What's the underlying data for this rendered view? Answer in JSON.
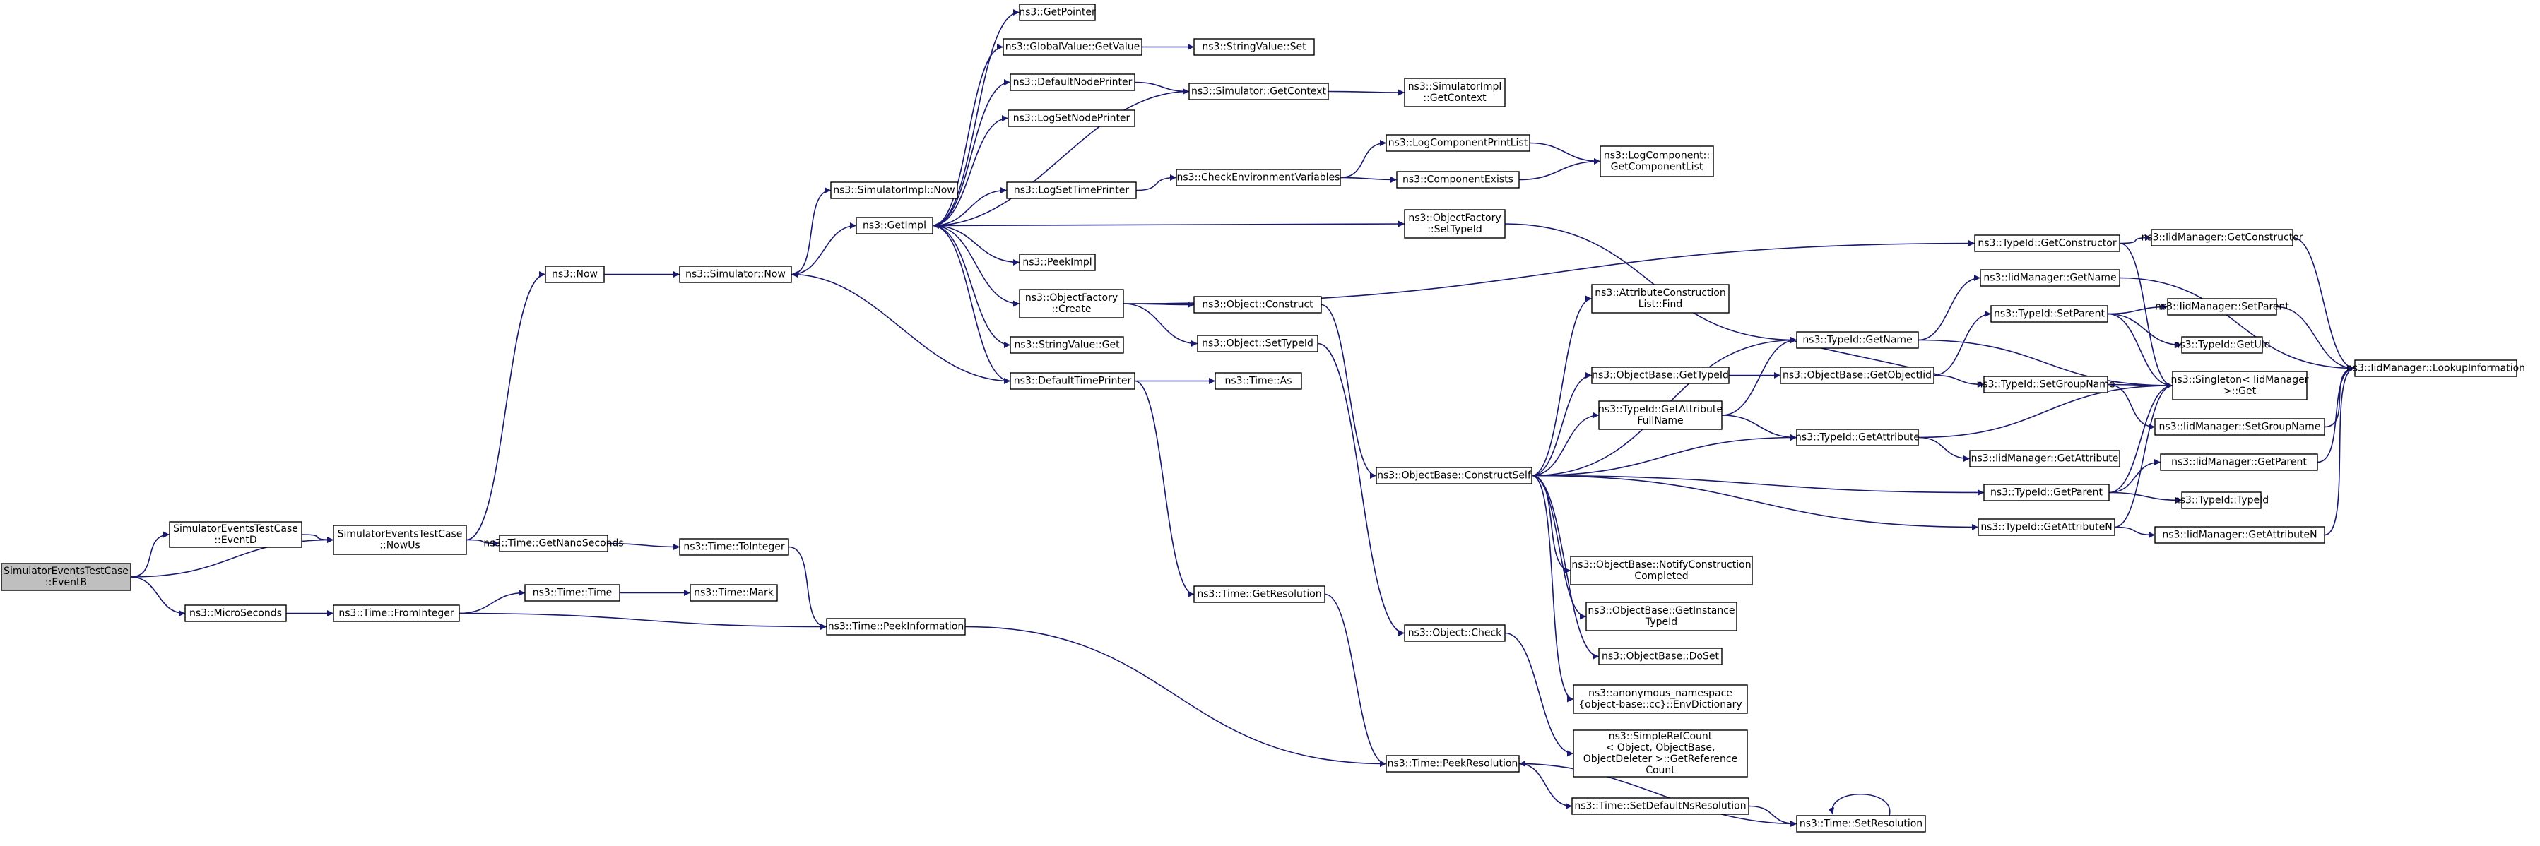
{
  "nodes": [
    {
      "id": "n0",
      "lines": [
        "SimulatorEventsTestCase",
        "::EventB"
      ],
      "focus": true
    },
    {
      "id": "n1",
      "lines": [
        "SimulatorEventsTestCase",
        "::EventD"
      ]
    },
    {
      "id": "n2",
      "lines": [
        "SimulatorEventsTestCase",
        "::NowUs"
      ]
    },
    {
      "id": "n3",
      "lines": [
        "ns3::MicroSeconds"
      ]
    },
    {
      "id": "n4",
      "lines": [
        "ns3::Now"
      ]
    },
    {
      "id": "n5",
      "lines": [
        "ns3::Time::GetNanoSeconds"
      ]
    },
    {
      "id": "n6",
      "lines": [
        "ns3::Time::FromInteger"
      ]
    },
    {
      "id": "n7",
      "lines": [
        "ns3::Simulator::Now"
      ]
    },
    {
      "id": "n8",
      "lines": [
        "ns3::Time::ToInteger"
      ]
    },
    {
      "id": "n9",
      "lines": [
        "ns3::Time::Time"
      ]
    },
    {
      "id": "n10",
      "lines": [
        "ns3::Time::Mark"
      ]
    },
    {
      "id": "n11",
      "lines": [
        "ns3::Time::PeekInformation"
      ]
    },
    {
      "id": "n12",
      "lines": [
        "ns3::SimulatorImpl::Now"
      ]
    },
    {
      "id": "n13",
      "lines": [
        "ns3::GetImpl"
      ]
    },
    {
      "id": "n14",
      "lines": [
        "ns3::GetPointer"
      ]
    },
    {
      "id": "n15",
      "lines": [
        "ns3::GlobalValue::GetValue"
      ]
    },
    {
      "id": "n16",
      "lines": [
        "ns3::StringValue::Set"
      ]
    },
    {
      "id": "n17",
      "lines": [
        "ns3::DefaultNodePrinter"
      ]
    },
    {
      "id": "n18",
      "lines": [
        "ns3::Simulator::GetContext"
      ]
    },
    {
      "id": "n19",
      "lines": [
        "ns3::SimulatorImpl",
        "::GetContext"
      ]
    },
    {
      "id": "n20",
      "lines": [
        "ns3::LogSetNodePrinter"
      ]
    },
    {
      "id": "n21",
      "lines": [
        "ns3::LogSetTimePrinter"
      ]
    },
    {
      "id": "n22",
      "lines": [
        "ns3::CheckEnvironmentVariables"
      ]
    },
    {
      "id": "n23",
      "lines": [
        "ns3::LogComponentPrintList"
      ]
    },
    {
      "id": "n24",
      "lines": [
        "ns3::ComponentExists"
      ]
    },
    {
      "id": "n25",
      "lines": [
        "ns3::LogComponent::",
        "GetComponentList"
      ]
    },
    {
      "id": "n26",
      "lines": [
        "ns3::ObjectFactory",
        "::SetTypeId"
      ]
    },
    {
      "id": "n27",
      "lines": [
        "ns3::PeekImpl"
      ]
    },
    {
      "id": "n28",
      "lines": [
        "ns3::ObjectFactory",
        "::Create"
      ]
    },
    {
      "id": "n29",
      "lines": [
        "ns3::Object::Construct"
      ]
    },
    {
      "id": "n30",
      "lines": [
        "ns3::Object::SetTypeId"
      ]
    },
    {
      "id": "n31",
      "lines": [
        "ns3::StringValue::Get"
      ]
    },
    {
      "id": "n32",
      "lines": [
        "ns3::DefaultTimePrinter"
      ]
    },
    {
      "id": "n33",
      "lines": [
        "ns3::Time::As"
      ]
    },
    {
      "id": "n34",
      "lines": [
        "ns3::Time::GetResolution"
      ]
    },
    {
      "id": "n35",
      "lines": [
        "ns3::Object::Check"
      ]
    },
    {
      "id": "n36",
      "lines": [
        "ns3::Time::PeekResolution"
      ]
    },
    {
      "id": "n37",
      "lines": [
        "ns3::ObjectBase::ConstructSelf"
      ]
    },
    {
      "id": "n38",
      "lines": [
        "ns3::AttributeConstruction",
        "List::Find"
      ]
    },
    {
      "id": "n39",
      "lines": [
        "ns3::ObjectBase::GetTypeId"
      ]
    },
    {
      "id": "n40",
      "lines": [
        "ns3::TypeId::GetAttribute",
        "FullName"
      ]
    },
    {
      "id": "n41",
      "lines": [
        "ns3::ObjectBase::NotifyConstruction",
        "Completed"
      ]
    },
    {
      "id": "n42",
      "lines": [
        "ns3::ObjectBase::GetInstance",
        "TypeId"
      ]
    },
    {
      "id": "n43",
      "lines": [
        "ns3::ObjectBase::DoSet"
      ]
    },
    {
      "id": "n44",
      "lines": [
        "ns3::anonymous_namespace",
        "{object-base::cc}::EnvDictionary"
      ]
    },
    {
      "id": "n45",
      "lines": [
        "ns3::SimpleRefCount",
        "< Object, ObjectBase,",
        "ObjectDeleter >::GetReference",
        "Count"
      ]
    },
    {
      "id": "n46",
      "lines": [
        "ns3::Time::SetDefaultNsResolution"
      ]
    },
    {
      "id": "n47",
      "lines": [
        "ns3::Time::SetResolution"
      ]
    },
    {
      "id": "n48",
      "lines": [
        "ns3::TypeId::GetName"
      ]
    },
    {
      "id": "n49",
      "lines": [
        "ns3::ObjectBase::GetObjectIid"
      ]
    },
    {
      "id": "n50",
      "lines": [
        "ns3::TypeId::GetAttribute"
      ]
    },
    {
      "id": "n51",
      "lines": [
        "ns3::TypeId::GetConstructor"
      ]
    },
    {
      "id": "n52",
      "lines": [
        "ns3::TypeId::GetParent"
      ]
    },
    {
      "id": "n53",
      "lines": [
        "ns3::TypeId::GetAttributeN"
      ]
    },
    {
      "id": "n54",
      "lines": [
        "ns3::IidManager::GetName"
      ]
    },
    {
      "id": "n55",
      "lines": [
        "ns3::TypeId::SetParent"
      ]
    },
    {
      "id": "n56",
      "lines": [
        "ns3::TypeId::SetGroupName"
      ]
    },
    {
      "id": "n57",
      "lines": [
        "ns3::IidManager::GetAttribute"
      ]
    },
    {
      "id": "n58",
      "lines": [
        "ns3::IidManager::GetConstructor"
      ]
    },
    {
      "id": "n59",
      "lines": [
        "ns3::IidManager::SetParent"
      ]
    },
    {
      "id": "n60",
      "lines": [
        "ns3::TypeId::GetUid"
      ]
    },
    {
      "id": "n61",
      "lines": [
        "ns3::Singleton< IidManager",
        ">::Get"
      ]
    },
    {
      "id": "n62",
      "lines": [
        "ns3::IidManager::SetGroupName"
      ]
    },
    {
      "id": "n63",
      "lines": [
        "ns3::IidManager::GetParent"
      ]
    },
    {
      "id": "n64",
      "lines": [
        "ns3::TypeId::TypeId"
      ]
    },
    {
      "id": "n65",
      "lines": [
        "ns3::IidManager::GetAttributeN"
      ]
    },
    {
      "id": "n66",
      "lines": [
        "ns3::IidManager::LookupInformation"
      ]
    }
  ],
  "edges": [
    [
      "n0",
      "n1"
    ],
    [
      "n0",
      "n2"
    ],
    [
      "n0",
      "n3"
    ],
    [
      "n1",
      "n2"
    ],
    [
      "n2",
      "n4"
    ],
    [
      "n2",
      "n5"
    ],
    [
      "n3",
      "n6"
    ],
    [
      "n4",
      "n7"
    ],
    [
      "n5",
      "n8"
    ],
    [
      "n6",
      "n9"
    ],
    [
      "n6",
      "n11"
    ],
    [
      "n7",
      "n12"
    ],
    [
      "n7",
      "n13"
    ],
    [
      "n8",
      "n11"
    ],
    [
      "n9",
      "n10"
    ],
    [
      "n11",
      "n36"
    ],
    [
      "n13",
      "n14"
    ],
    [
      "n13",
      "n15"
    ],
    [
      "n13",
      "n17"
    ],
    [
      "n13",
      "n20"
    ],
    [
      "n13",
      "n21"
    ],
    [
      "n13",
      "n26"
    ],
    [
      "n13",
      "n27"
    ],
    [
      "n13",
      "n28"
    ],
    [
      "n13",
      "n31"
    ],
    [
      "n13",
      "n32"
    ],
    [
      "n15",
      "n16"
    ],
    [
      "n17",
      "n18"
    ],
    [
      "n18",
      "n19"
    ],
    [
      "n18",
      "n13"
    ],
    [
      "n21",
      "n22"
    ],
    [
      "n22",
      "n23"
    ],
    [
      "n22",
      "n24"
    ],
    [
      "n23",
      "n25"
    ],
    [
      "n24",
      "n25"
    ],
    [
      "n26",
      "n48"
    ],
    [
      "n28",
      "n29"
    ],
    [
      "n28",
      "n30"
    ],
    [
      "n28",
      "n51"
    ],
    [
      "n29",
      "n37"
    ],
    [
      "n30",
      "n35"
    ],
    [
      "n32",
      "n33"
    ],
    [
      "n32",
      "n34"
    ],
    [
      "n32",
      "n7"
    ],
    [
      "n34",
      "n36"
    ],
    [
      "n35",
      "n45"
    ],
    [
      "n36",
      "n46"
    ],
    [
      "n46",
      "n47"
    ],
    [
      "n47",
      "n47"
    ],
    [
      "n47",
      "n36"
    ],
    [
      "n37",
      "n38"
    ],
    [
      "n37",
      "n39"
    ],
    [
      "n37",
      "n40"
    ],
    [
      "n37",
      "n41"
    ],
    [
      "n37",
      "n42"
    ],
    [
      "n37",
      "n43"
    ],
    [
      "n37",
      "n44"
    ],
    [
      "n37",
      "n48"
    ],
    [
      "n37",
      "n50"
    ],
    [
      "n37",
      "n52"
    ],
    [
      "n37",
      "n53"
    ],
    [
      "n39",
      "n49"
    ],
    [
      "n40",
      "n48"
    ],
    [
      "n40",
      "n50"
    ],
    [
      "n48",
      "n54"
    ],
    [
      "n48",
      "n61"
    ],
    [
      "n49",
      "n55"
    ],
    [
      "n49",
      "n56"
    ],
    [
      "n49",
      "n48"
    ],
    [
      "n50",
      "n57"
    ],
    [
      "n50",
      "n61"
    ],
    [
      "n51",
      "n58"
    ],
    [
      "n51",
      "n61"
    ],
    [
      "n52",
      "n63"
    ],
    [
      "n52",
      "n64"
    ],
    [
      "n52",
      "n61"
    ],
    [
      "n53",
      "n65"
    ],
    [
      "n53",
      "n61"
    ],
    [
      "n54",
      "n66"
    ],
    [
      "n55",
      "n59"
    ],
    [
      "n55",
      "n60"
    ],
    [
      "n55",
      "n61"
    ],
    [
      "n56",
      "n62"
    ],
    [
      "n56",
      "n61"
    ],
    [
      "n58",
      "n66"
    ],
    [
      "n59",
      "n66"
    ],
    [
      "n62",
      "n66"
    ],
    [
      "n63",
      "n66"
    ],
    [
      "n65",
      "n66"
    ]
  ]
}
